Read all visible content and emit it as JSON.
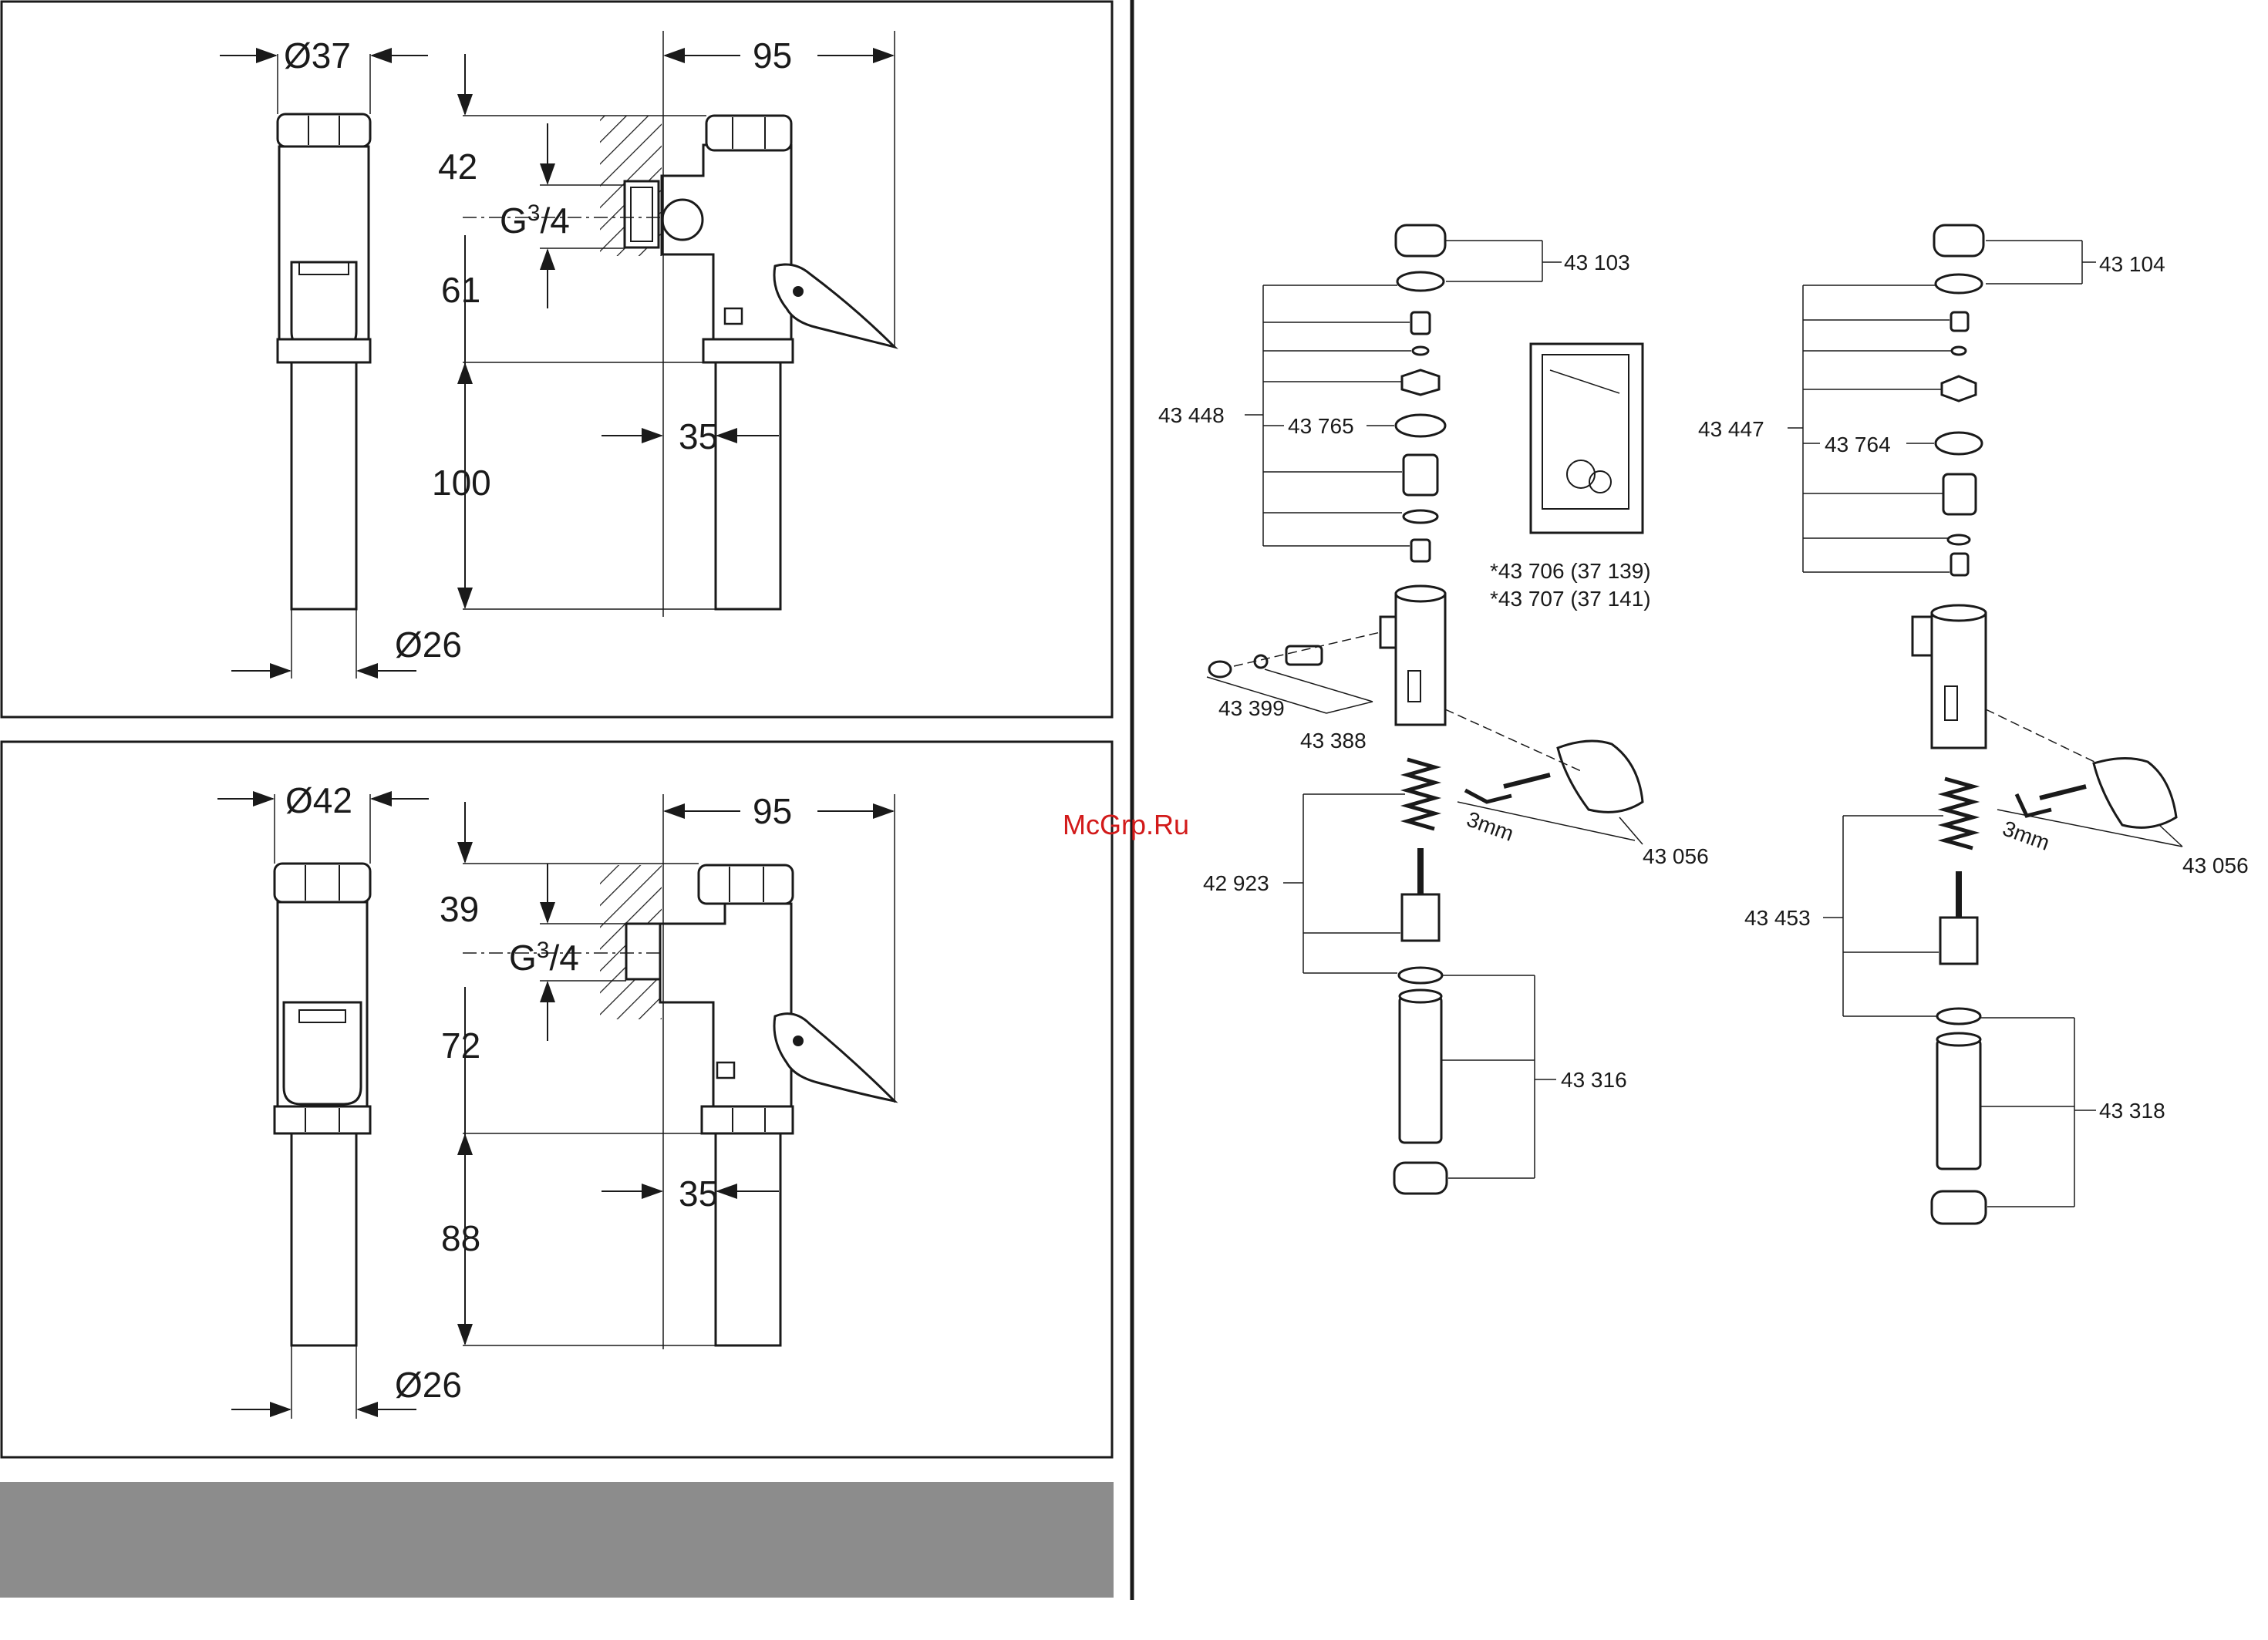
{
  "watermark": "McGrp.Ru",
  "top_drawing": {
    "outer_diameter": "Ø37",
    "width": "95",
    "dim_top": "42",
    "thread_g": "G",
    "thread_num": "3",
    "thread_den": "/4",
    "dim_mid": "61",
    "offset": "35",
    "dim_pipe": "100",
    "pipe_diameter": "Ø26"
  },
  "bottom_drawing": {
    "outer_diameter": "Ø42",
    "width": "95",
    "dim_top": "39",
    "thread_g": "G",
    "thread_num": "3",
    "thread_den": "/4",
    "dim_mid": "72",
    "offset": "35",
    "dim_pipe": "88",
    "pipe_diameter": "Ø26"
  },
  "exploded_left": {
    "cap_seal": "43 103",
    "cartridge_set": "43 448",
    "seat_ring": "43 765",
    "repair_kit_1": "*43 706 (37 139)",
    "repair_kit_2": "*43 707 (37 141)",
    "screw": "43 399",
    "plug": "43 388",
    "lever": "43 056",
    "key_size": "3mm",
    "piston": "42 923",
    "tube_set": "43 316"
  },
  "exploded_right": {
    "cap_seal": "43 104",
    "cartridge_set": "43 447",
    "seat_ring": "43 764",
    "lever": "43 056",
    "key_size": "3mm",
    "piston": "43 453",
    "tube_set": "43 318"
  },
  "colors": {
    "line": "#1a1a1a",
    "grey_bar": "#8c8c8c",
    "watermark": "#d21a1a"
  }
}
